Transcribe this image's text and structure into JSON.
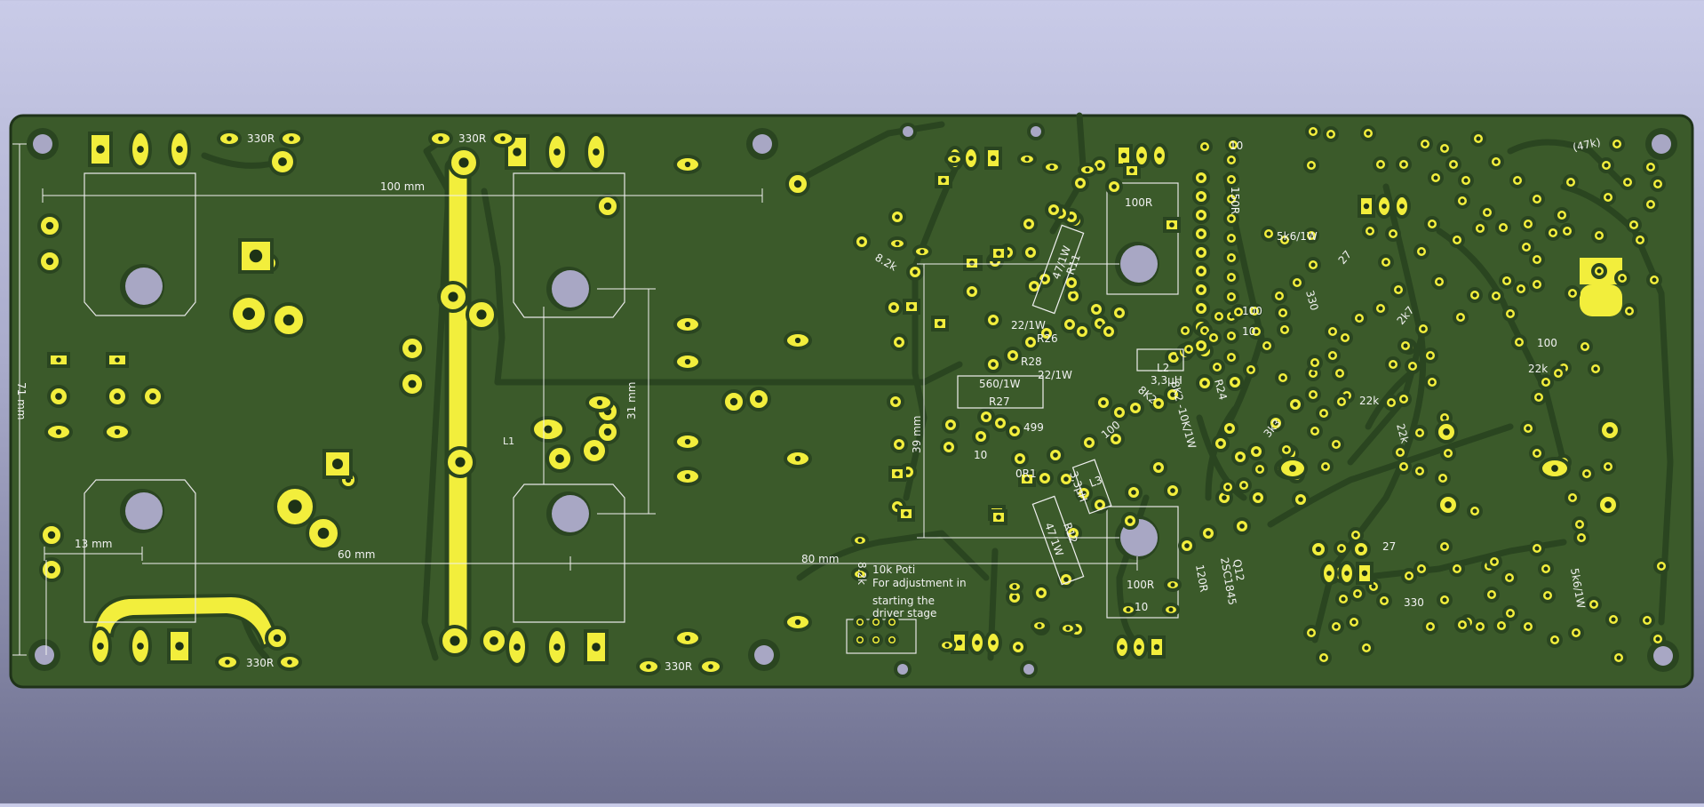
{
  "viewer": {
    "title": "PCB 3D viewer"
  },
  "colors": {
    "background_top": "#c9cbe8",
    "background_bottom": "#6d6f8e",
    "board": "#3b5a2a",
    "board_edge": "#1f3319",
    "track": "#2d4a22",
    "copper": "#f2ee3c",
    "silkscreen": "#f2f2f2",
    "hole": "#a8a7c4"
  },
  "dimensions": {
    "top_width": "100 mm",
    "left_height": "71 mm",
    "left_offset": "13 mm",
    "bottom_span": "60 mm",
    "bottom_long": "80 mm",
    "center_height": "31 mm",
    "right_height": "39 mm"
  },
  "labels": {
    "r_330_a": "330R",
    "r_330_b": "330R",
    "r_330_c": "330R",
    "r_330_d": "330R",
    "l1": "L1",
    "r_82k": "8.2k",
    "r_82k_b": "8.2k",
    "r11": "R11",
    "r11_val": "47/1W",
    "r26": "R26",
    "r26_val": "22/1W",
    "r28": "R28",
    "r28_val": "22/1W",
    "r27": "R27",
    "r27_val": "560/1W",
    "r499": "499",
    "r10_a": "10",
    "r10_b": "10",
    "r10_c": "10",
    "r10_d": "10",
    "r100r": "100R",
    "r100r_b": "100R",
    "r150r": "150R",
    "r5k6": "5k6/1W",
    "r5k6_b": "5k6/1W",
    "r100_a": "100",
    "r100_b": "100",
    "r100_c": "100",
    "r100_d": "100",
    "r330_e": "330",
    "r330_f": "330",
    "r27_a": "27",
    "r27_b": "27",
    "r2k7": "2k7",
    "r47k": "(47k)",
    "l2": "L2",
    "l2_val": "3,3µH",
    "l3": "L3",
    "l3_val": "3,3µH",
    "r24": "R24",
    "r8k2": "8K2",
    "r8k2_b": "8K2 -10K/1W",
    "r3k3": "3k3",
    "r22k_a": "22k",
    "r22k_b": "22k",
    "r22k_c": "22k",
    "r12": "R12",
    "r12_val": "47/1W",
    "r0r1": "0R1",
    "r120r": "120R",
    "q12": "Q12",
    "q12_part": "2SC1845",
    "note_1": "10k Poti",
    "note_2": "For adjustment in",
    "note_3": "starting the",
    "note_4": "driver stage"
  }
}
